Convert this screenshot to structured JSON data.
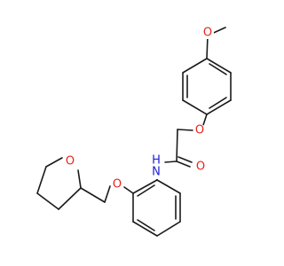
{
  "molecule": {
    "atoms": {
      "o_methoxy": "O",
      "o_phenoxy": "O",
      "o_carbonyl": "O",
      "n_amide": "N",
      "h_amide": "H",
      "o_aryl_ether": "O",
      "o_thf": "O"
    }
  },
  "colors": {
    "oxygen": "#e8231b",
    "nitrogen": "#1f1fd6",
    "bond": "#1a1a1a",
    "background": "#ffffff"
  }
}
